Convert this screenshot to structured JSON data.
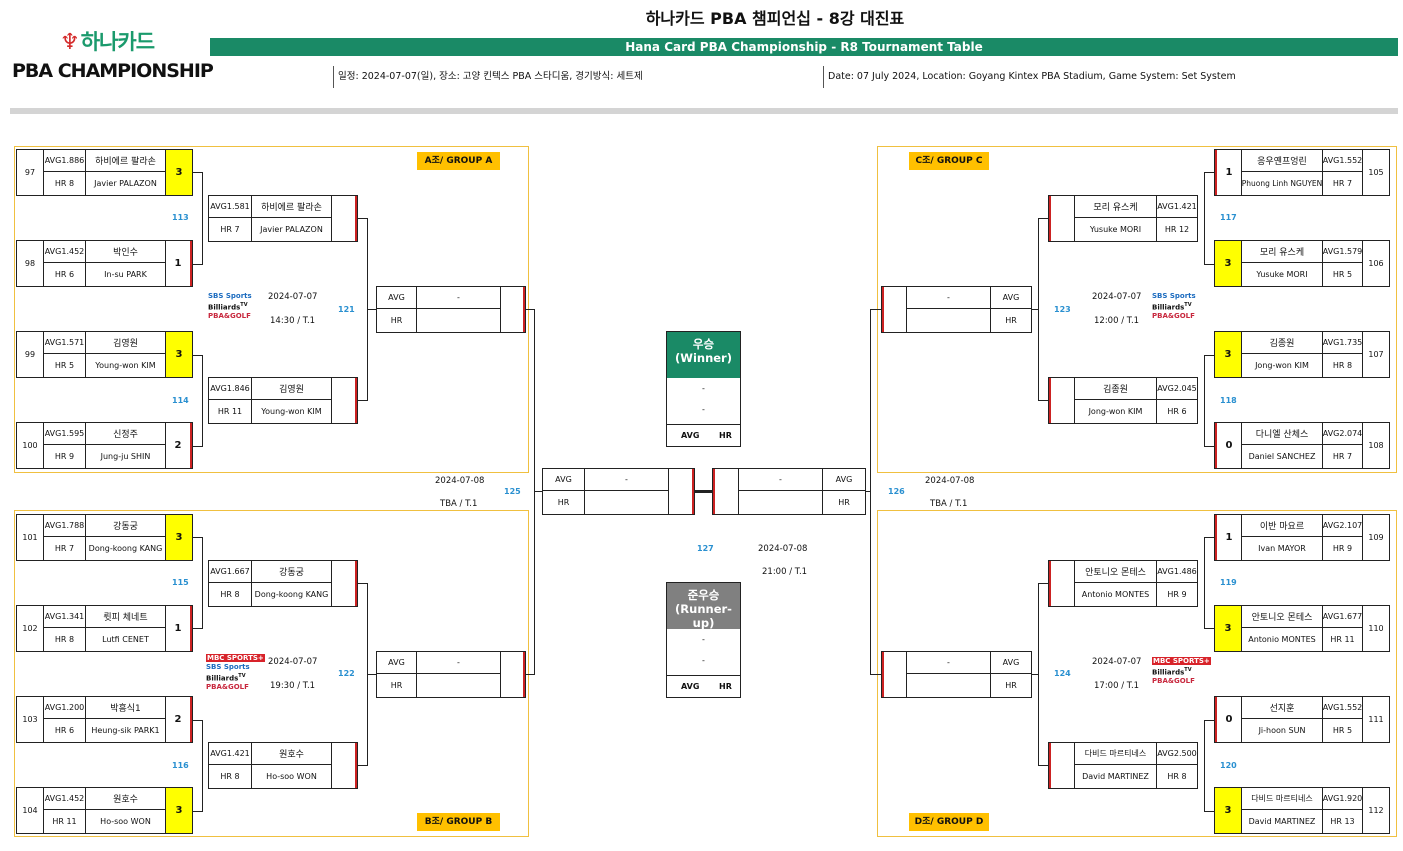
{
  "header": {
    "logo_top": "하나카드",
    "logo_bottom": "PBA CHAMPIONSHIP",
    "title_ko": "하나카드 PBA 챔피언십 - 8강 대진표",
    "title_en": "Hana Card PBA Championship - R8 Tournament Table",
    "info_ko": "일정: 2024-07-07(일), 장소: 고양 킨텍스 PBA 스타디움, 경기방식: 세트제",
    "info_en": "Date: 07 July 2024, Location: Goyang Kintex PBA Stadium, Game System: Set System"
  },
  "labels": {
    "avg": "AVG",
    "hr": "HR",
    "dash": "-"
  },
  "groups": {
    "a": "A조/ GROUP A",
    "b": "B조/ GROUP B",
    "c": "C조/ GROUP C",
    "d": "D조/ GROUP D"
  },
  "players": {
    "p97": {
      "no": "97",
      "avg": "AVG1.886",
      "hr": "HR 8",
      "ko": "하비에르 팔라손",
      "en": "Javier PALAZON",
      "score": "3"
    },
    "p98": {
      "no": "98",
      "avg": "AVG1.452",
      "hr": "HR 6",
      "ko": "박인수",
      "en": "In-su PARK",
      "score": "1"
    },
    "p99": {
      "no": "99",
      "avg": "AVG1.571",
      "hr": "HR 5",
      "ko": "김영원",
      "en": "Young-won KIM",
      "score": "3"
    },
    "p100": {
      "no": "100",
      "avg": "AVG1.595",
      "hr": "HR 9",
      "ko": "신정주",
      "en": "Jung-ju SHIN",
      "score": "2"
    },
    "p101": {
      "no": "101",
      "avg": "AVG1.788",
      "hr": "HR 7",
      "ko": "강동궁",
      "en": "Dong-koong KANG",
      "score": "3"
    },
    "p102": {
      "no": "102",
      "avg": "AVG1.341",
      "hr": "HR 8",
      "ko": "륏피 체네트",
      "en": "Lutfi CENET",
      "score": "1"
    },
    "p103": {
      "no": "103",
      "avg": "AVG1.200",
      "hr": "HR 6",
      "ko": "박흥식1",
      "en": "Heung-sik PARK1",
      "score": "2"
    },
    "p104": {
      "no": "104",
      "avg": "AVG1.452",
      "hr": "HR 11",
      "ko": "원호수",
      "en": "Ho-soo WON",
      "score": "3"
    },
    "p105": {
      "no": "105",
      "avg": "AVG1.552",
      "hr": "HR 7",
      "ko": "응우옌프엉린",
      "en": "Phuong Linh NGUYEN",
      "score": "1"
    },
    "p106": {
      "no": "106",
      "avg": "AVG1.579",
      "hr": "HR 5",
      "ko": "모리 유스케",
      "en": "Yusuke MORI",
      "score": "3"
    },
    "p107": {
      "no": "107",
      "avg": "AVG1.735",
      "hr": "HR 8",
      "ko": "김종원",
      "en": "Jong-won KIM",
      "score": "3"
    },
    "p108": {
      "no": "108",
      "avg": "AVG2.074",
      "hr": "HR 7",
      "ko": "다니엘 산체스",
      "en": "Daniel SANCHEZ",
      "score": "0"
    },
    "p109": {
      "no": "109",
      "avg": "AVG2.107",
      "hr": "HR 9",
      "ko": "이반 마요르",
      "en": "Ivan MAYOR",
      "score": "1"
    },
    "p110": {
      "no": "110",
      "avg": "AVG1.677",
      "hr": "HR 11",
      "ko": "안토니오 몬테스",
      "en": "Antonio MONTES",
      "score": "3"
    },
    "p111": {
      "no": "111",
      "avg": "AVG1.552",
      "hr": "HR 5",
      "ko": "선지훈",
      "en": "Ji-hoon SUN",
      "score": "0"
    },
    "p112": {
      "no": "112",
      "avg": "AVG1.920",
      "hr": "HR 13",
      "ko": "다비드 마르티네스",
      "en": "David MARTINEZ",
      "score": "3"
    }
  },
  "qf": {
    "w113": {
      "avg": "AVG1.581",
      "hr": "HR 7",
      "ko": "하비에르 팔라손",
      "en": "Javier PALAZON"
    },
    "w114": {
      "avg": "AVG1.846",
      "hr": "HR 11",
      "ko": "김영원",
      "en": "Young-won KIM"
    },
    "w115": {
      "avg": "AVG1.667",
      "hr": "HR 8",
      "ko": "강동궁",
      "en": "Dong-koong KANG"
    },
    "w116": {
      "avg": "AVG1.421",
      "hr": "HR 8",
      "ko": "원호수",
      "en": "Ho-soo WON"
    },
    "w117": {
      "avg": "AVG1.421",
      "hr": "HR 12",
      "ko": "모리 유스케",
      "en": "Yusuke MORI"
    },
    "w118": {
      "avg": "AVG2.045",
      "hr": "HR 6",
      "ko": "김종원",
      "en": "Jong-won KIM"
    },
    "w119": {
      "avg": "AVG1.486",
      "hr": "HR 9",
      "ko": "안토니오 몬테스",
      "en": "Antonio MONTES"
    },
    "w120": {
      "avg": "AVG2.500",
      "hr": "HR 8",
      "ko": "다비드 마르티네스",
      "en": "David MARTINEZ"
    }
  },
  "matches": {
    "m113": "113",
    "m114": "114",
    "m115": "115",
    "m116": "116",
    "m117": "117",
    "m118": "118",
    "m119": "119",
    "m120": "120",
    "m121": "121",
    "m122": "122",
    "m123": "123",
    "m124": "124",
    "m125": "125",
    "m126": "126",
    "m127": "127"
  },
  "schedule": {
    "a_date": "2024-07-07",
    "a_time": "14:30 / T.1",
    "b_date": "2024-07-07",
    "b_time": "19:30 / T.1",
    "c_date": "2024-07-07",
    "c_time": "12:00 / T.1",
    "d_date": "2024-07-07",
    "d_time": "17:00 / T.1",
    "sf_left_date": "2024-07-08",
    "sf_left_time": "TBA / T.1",
    "sf_right_date": "2024-07-08",
    "sf_right_time": "TBA / T.1",
    "final_date": "2024-07-08",
    "final_time": "21:00 / T.1"
  },
  "broadcast": {
    "sbs": "SBS Sports",
    "billiards": "Billiards",
    "tv": "TV",
    "pba": "PBA&GOLF",
    "mbc": "MBC SPORTS+"
  },
  "final": {
    "winner_ko": "우승",
    "winner_en": "(Winner)",
    "runner_ko": "준우승",
    "runner_en": "(Runner-up)",
    "winner_color": "#1a8a66",
    "runner_color": "#808080"
  },
  "colors": {
    "accent": "#1a8a66",
    "group_gold": "#ffc000",
    "score_yellow": "#ffff00",
    "match_no": "#2a90d0"
  }
}
